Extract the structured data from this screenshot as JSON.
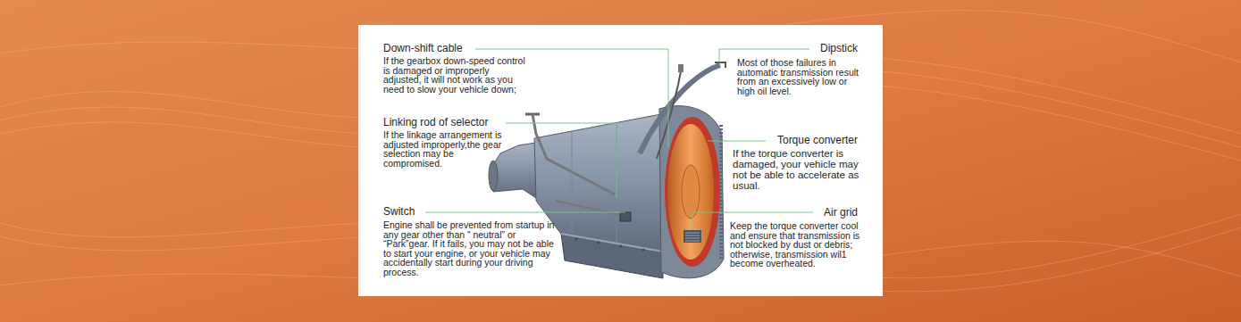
{
  "diagram": {
    "labels": [
      "Down-shift cable",
      "If the gearbox down-speed control is damaged or improperly adjusted, it will not work as you need to slow your vehicle down;",
      "Linking rod of selector",
      "If the linkage arrangement is adjusted improperly,the gear selection may be compromised.",
      "Switch",
      "Engine shall be prevented from startup in any gear other than “ neutral” or “Park”gear. If it fails, you may not be able to start your engine, or your vehicle may accidentally start during your driving process.",
      "Dipstick",
      "Most of those failures in automatic transmission result from an excessively low or high oil level.",
      "Torque converter",
      "If the torque converter is damaged, your vehicle may not be able to accelerate as usual.",
      "Air grid",
      "Keep the torque converter cool and ensure that transmission is not blocked by dust or debris; otherwise, transmission wil1 become overheated."
    ]
  }
}
